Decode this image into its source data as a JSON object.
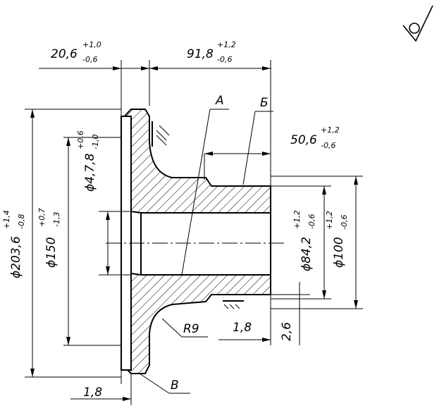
{
  "labels": {
    "A": "А",
    "B": "Б",
    "V": "В",
    "radius": "R9"
  },
  "dims": {
    "top_left": {
      "main": "20,6",
      "sup": "+1,0",
      "sub": "-0,6"
    },
    "top_right": {
      "main": "91,8",
      "sup": "+1,2",
      "sub": "-0,6"
    },
    "mid_right": {
      "main": "50,6",
      "sup": "+1,2",
      "sub": "-0,6"
    },
    "phi_small": {
      "main": "ϕ4,7,8",
      "sup": "+0,6",
      "sub": "-1,0"
    },
    "phi_203": {
      "main": "ϕ203,6",
      "sup": "+1,4",
      "sub": "-0,8"
    },
    "phi_150": {
      "main": "ϕ150",
      "sup": "+0,7",
      "sub": "-1,3"
    },
    "phi_84": {
      "main": "ϕ84,2",
      "sup": "+1,2",
      "sub": "-0,6"
    },
    "phi_100": {
      "main": "ϕ100",
      "sup": "+1,2",
      "sub": "-0,6"
    },
    "bottom_18": "1,8",
    "right_18": "1,8",
    "right_26": "2,6"
  }
}
